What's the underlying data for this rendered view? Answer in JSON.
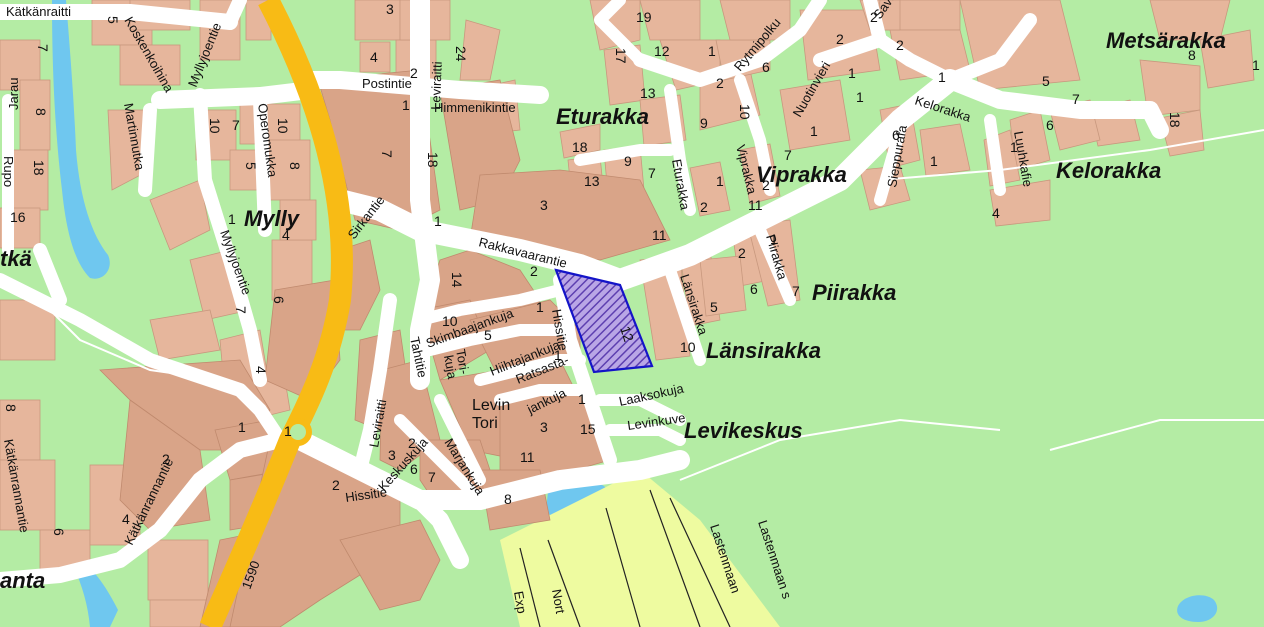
{
  "colors": {
    "forest": "#b4eca4",
    "plot": "#e6b69c",
    "plot_dark": "#d9a488",
    "road": "#ffffff",
    "main_road": "#f8bb15",
    "water": "#6fc7ef",
    "slope": "#eefba0",
    "highlight": "#7a61c8",
    "highlight_border": "#1414c8"
  },
  "area_labels": {
    "metsarakka": "Metsärakka",
    "eturakka": "Eturakka",
    "viprakka": "Viprakka",
    "kelorakka": "Kelorakka",
    "mylly": "Mylly",
    "piirakka": "Piirakka",
    "lansirakka": "Länsirakka",
    "levikeskus": "Levikeskus",
    "etka": "tkä",
    "anta": "anta"
  },
  "place_labels": {
    "levin": "Levin",
    "tori": "Tori"
  },
  "road_labels": {
    "katkanraitti": "Kätkänraitti",
    "koskenkoihina": "Koskenkoihina",
    "myllyjoentie_n": "Myllyjoentie",
    "myllyjoentie_s": "Myllyjoentie",
    "martinnutka": "Martinnutka",
    "operomukka": "Operomukka",
    "postintie": "Postintie",
    "leviraitti_n": "Leviraitti",
    "leviraitti_s": "Leviraitti",
    "himmenikintie": "Himmenikintie",
    "sirkantie": "Sirkantie",
    "rakkavaarantie": "Rakkavaarantie",
    "rytmipolku": "Rytmipolku",
    "nuotinvieri": "Nuotinvieri",
    "savelpolku": "Savelp",
    "kelorakka_rd": "Kelorakka",
    "sieppurafa": "Sieppurafa",
    "luuhkafie": "Luuhkafie",
    "eturakka_rd": "Eturakka",
    "viprakka_rd": "Viprakka",
    "piirakka_rd": "Piirakka",
    "lansirakka_rd": "Länsirakka",
    "skimbaajankuja": "Skimbaajankuja",
    "torikuja_1": "Tori-",
    "torikuja_2": "kuja",
    "hissitie_n": "Hissitie",
    "hissitie_s": "Hissitie",
    "hiihtajankuja": "Hiihtajankuja",
    "ratsasta_1": "Ratsasta-",
    "ratsasta_2": "jankuja",
    "laaksokuja": "Laaksokuja",
    "levinkuve": "Levinkuve",
    "tahtitie": "Tahtitie",
    "keskuskuja": "Keskuskuja",
    "marjankuja": "Marjankuja",
    "katkanrannantie": "Kätkänrannantie",
    "katkanrannantie_w": "Kätkänrannantie",
    "road_1590": "1590",
    "lastenmaan_1": "Lastenmaan",
    "lastenmaan_2": "Lastenmaan s",
    "north_slope": "Nort",
    "expr_slope": "Exp",
    "rupo": "Rupo",
    "jarau": "Jarau"
  },
  "plot_numbers": {
    "n5a": "5",
    "n7a": "7",
    "n8a": "8",
    "n18a": "18",
    "n16a": "16",
    "n3": "3",
    "n4": "4",
    "n2": "2",
    "n24": "24",
    "n1a": "1",
    "n7b": "7",
    "n18b": "18",
    "n10a": "10",
    "n7c": "7",
    "n10b": "10",
    "n5b": "5",
    "n8b": "8",
    "n1b": "1",
    "n4b": "4",
    "n6a": "6",
    "n7d": "7",
    "n4c": "4",
    "n14": "14",
    "n10c": "10",
    "n5c": "5",
    "n2b": "2",
    "n1c": "1",
    "n3b": "3",
    "n11a": "11",
    "n1d": "1",
    "n15": "15",
    "n11b": "11",
    "n3c": "3",
    "n6b": "6",
    "n7e": "7",
    "n2c": "2",
    "n8c": "8",
    "n1e": "1",
    "n1f": "1",
    "n2d": "2",
    "n8d": "8",
    "n4d": "4",
    "n6c": "6",
    "n2e": "2",
    "n19": "19",
    "n12a": "12",
    "n17": "17",
    "n13a": "13",
    "n18c": "18",
    "n9a": "9",
    "n13b": "13",
    "n1g": "1",
    "n2f": "2",
    "n6d": "6",
    "n10d": "10",
    "n9b": "9",
    "n3d": "3",
    "n11c": "11",
    "n2g": "2",
    "n1h": "1",
    "n5d": "5",
    "n10e": "10",
    "n2h": "2",
    "n6e": "6",
    "n1i": "1",
    "n7f": "7",
    "n7g": "7",
    "n2i": "2",
    "n1j": "1",
    "n5e": "5",
    "n7h": "7",
    "n6f": "6",
    "n18d": "18",
    "n1k": "1",
    "n4e": "4",
    "n6g": "6",
    "n1l": "1",
    "n2j": "2",
    "n1m": "1",
    "n2k": "2",
    "n1n": "1",
    "n8e": "8",
    "n1o": "1",
    "n12b": "12",
    "n1p": "1",
    "n7i": "7",
    "n1q": "1",
    "n1r": "1",
    "n2l": "2"
  }
}
